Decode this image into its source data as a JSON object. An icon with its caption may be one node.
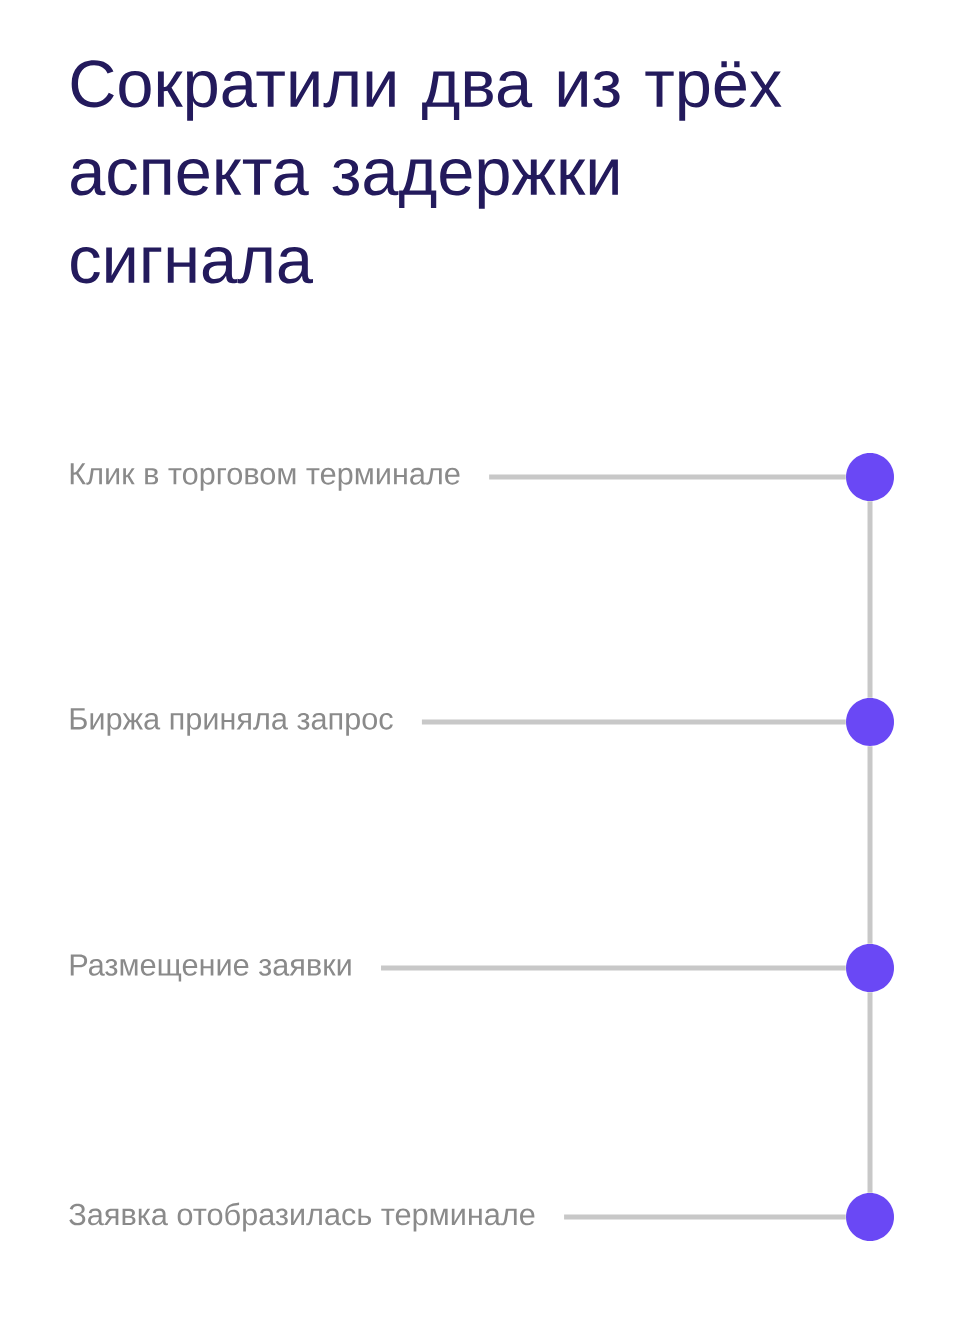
{
  "diagram": {
    "title": "Сократили два из трёх аспекта задержки сигнала",
    "nodes": [
      {
        "text": [
          "Клик в торговом терминале"
        ]
      },
      {
        "text": [
          "Биржа приняла запрос"
        ]
      },
      {
        "text": [
          "Размещение заявки"
        ]
      },
      {
        "text": [
          "Заявка отобразилась терминале"
        ]
      },
      {
        "text": [],
        "shape": "circle"
      },
      {
        "text": [],
        "shape": "circle"
      },
      {
        "text": [],
        "shape": "circle"
      },
      {
        "text": [],
        "shape": "circle"
      }
    ],
    "edges": [
      {
        "from": 0,
        "to": 4,
        "arrow": "none"
      },
      {
        "from": 1,
        "to": 5,
        "arrow": "none"
      },
      {
        "from": 2,
        "to": 6,
        "arrow": "none"
      },
      {
        "from": 3,
        "to": 7,
        "arrow": "none"
      },
      {
        "from": 4,
        "to": 5,
        "arrow": "none"
      },
      {
        "from": 5,
        "to": 6,
        "arrow": "none"
      },
      {
        "from": 6,
        "to": 7,
        "arrow": "none"
      }
    ]
  }
}
